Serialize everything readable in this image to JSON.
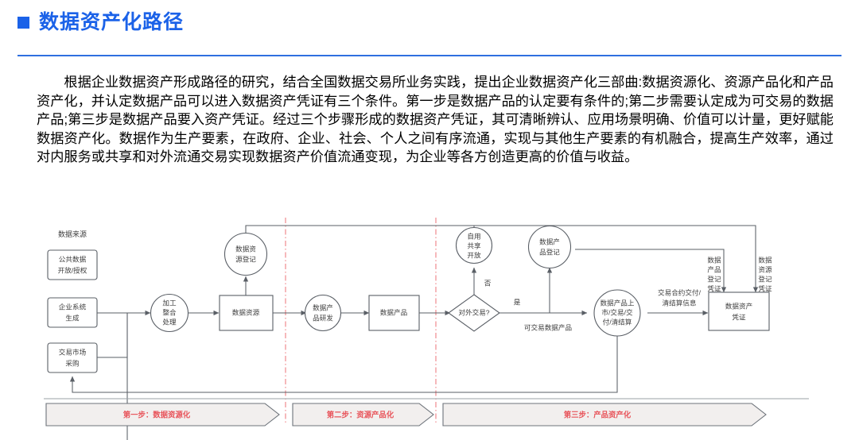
{
  "header": {
    "title": "数据资产化路径",
    "bullet_icon": "square-bullet-icon",
    "accent_color": "#1b62e8"
  },
  "body": {
    "paragraph": "根据企业数据资产形成路径的研究，结合全国数据交易所业务实践，提出企业数据资产化三部曲:数据资源化、资源产品化和产品资产化，并认定数据产品可以进入数据资产凭证有三个条件。第一步是数据产品的认定要有条件的;第二步需要认定成为可交易的数据产品;第三步是数据产品要入资产凭证。经过三个步骤形成的数据资产凭证，其可清晰辨认、应用场景明确、价值可以计量，更好赋能数据资产化。数据作为生产要素，在政府、企业、社会、个人之间有序流通，实现与其他生产要素的有机融合，提高生产效率，通过对内服务或共享和对外流通交易实现数据资产价值流通变现，为企业等各方创造更高的价值与收益。"
  },
  "diagram": {
    "group_label_sources": "数据来源",
    "nodes": {
      "public_data": "公共数据\n开放/授权",
      "public_data_line1": "公共数据",
      "public_data_line2": "开放/授权",
      "enterprise_system_line1": "企业系统",
      "enterprise_system_line2": "生成",
      "market_purchase_line1": "交易市场",
      "market_purchase_line2": "采购",
      "processing_line1": "加工",
      "processing_line2": "整合",
      "processing_line3": "处理",
      "data_resource": "数据资源",
      "resource_registration_line1": "数据资",
      "resource_registration_line2": "源登记",
      "product_rnd_line1": "数据产",
      "product_rnd_line2": "品研发",
      "data_product": "数据产品",
      "decision": "对外交易?",
      "self_use_line1": "自用",
      "self_use_line2": "共享",
      "self_use_line3": "开放",
      "product_registration_line1": "数据产",
      "product_registration_line2": "品登记",
      "listing_line1": "数据产品上",
      "listing_line2": "市/交易/交",
      "listing_line3": "付/清结算",
      "asset_certificate_line1": "数据资产",
      "asset_certificate_line2": "凭证"
    },
    "edge_labels": {
      "no": "否",
      "yes": "是",
      "tradable_product": "可交易数据产品",
      "contract_delivery_line1": "交易合约交付/",
      "contract_delivery_line2": "清结算信息",
      "product_cert_c1": "数",
      "product_cert_c2": "据",
      "product_cert_c3": "产",
      "product_cert_c4": "品",
      "product_cert_c5": "登",
      "product_cert_c6": "记",
      "product_cert_c7": "凭",
      "product_cert_c8": "证",
      "product_registration_cert_line1": "数据",
      "product_registration_cert_line2": "产品",
      "product_registration_cert_line3": "登记",
      "product_registration_cert_line4": "凭证",
      "resource_registration_cert_line1": "数据",
      "resource_registration_cert_line2": "资源",
      "resource_registration_cert_line3": "登记",
      "resource_registration_cert_line4": "凭证"
    },
    "stages": [
      {
        "label": "第一步：数据资源化"
      },
      {
        "label": "第二步：资源产品化"
      },
      {
        "label": "第三步：产品资产化"
      }
    ],
    "colors": {
      "stage_text": "#e8545a",
      "stage_fill": "#f2efee",
      "divider": "#ef8a8e",
      "shape_stroke": "#5a5f66"
    }
  }
}
